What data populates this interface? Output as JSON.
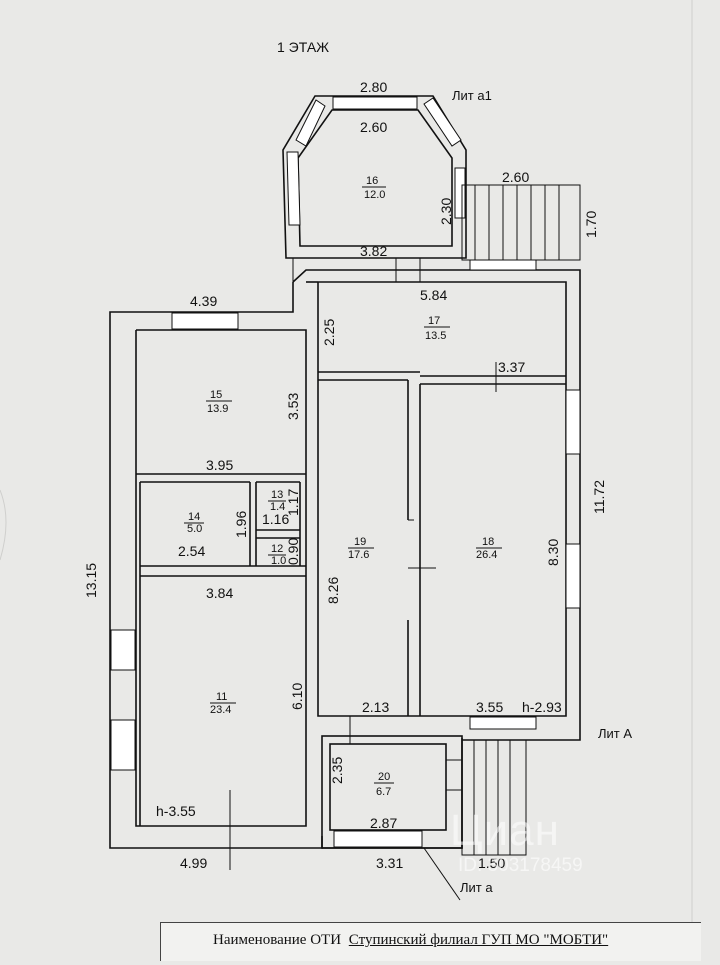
{
  "plan": {
    "floor_title": "1 ЭТАЖ",
    "lit_labels": {
      "a1": "Лит а1",
      "A": "Лит А",
      "a": "Лит а"
    },
    "rooms": [
      {
        "id": "r16",
        "number": "16",
        "area": "12.0"
      },
      {
        "id": "r17",
        "number": "17",
        "area": "13.5"
      },
      {
        "id": "r15",
        "number": "15",
        "area": "13.9"
      },
      {
        "id": "r14",
        "number": "14",
        "area": "5.0"
      },
      {
        "id": "r13",
        "number": "13",
        "area": "1.4"
      },
      {
        "id": "r12",
        "number": "12",
        "area": "1.0"
      },
      {
        "id": "r19",
        "number": "19",
        "area": "17.6"
      },
      {
        "id": "r18",
        "number": "18",
        "area": "26.4"
      },
      {
        "id": "r11",
        "number": "11",
        "area": "23.4"
      },
      {
        "id": "r20",
        "number": "20",
        "area": "6.7"
      }
    ],
    "dimensions": [
      "2.80",
      "2.60",
      "2.30",
      "2.60",
      "1.70",
      "3.82",
      "5.84",
      "4.39",
      "2.25",
      "3.37",
      "3.53",
      "3.95",
      "11.72",
      "1.96",
      "1.16",
      "1.17",
      "8.30",
      "2.54",
      "0.90",
      "13.15",
      "8.26",
      "3.84",
      "6.10",
      "2.13",
      "3.55",
      "h-2.93",
      "2.35",
      "h-3.55",
      "2.87",
      "4.99",
      "3.31",
      "1.50"
    ]
  },
  "footer": {
    "label": "Наименование ОТИ",
    "organization": "Ступинский филиал ГУП МО \"МОБТИ\""
  },
  "watermark": {
    "brand": "Циан",
    "id": "ID: 303178459"
  }
}
